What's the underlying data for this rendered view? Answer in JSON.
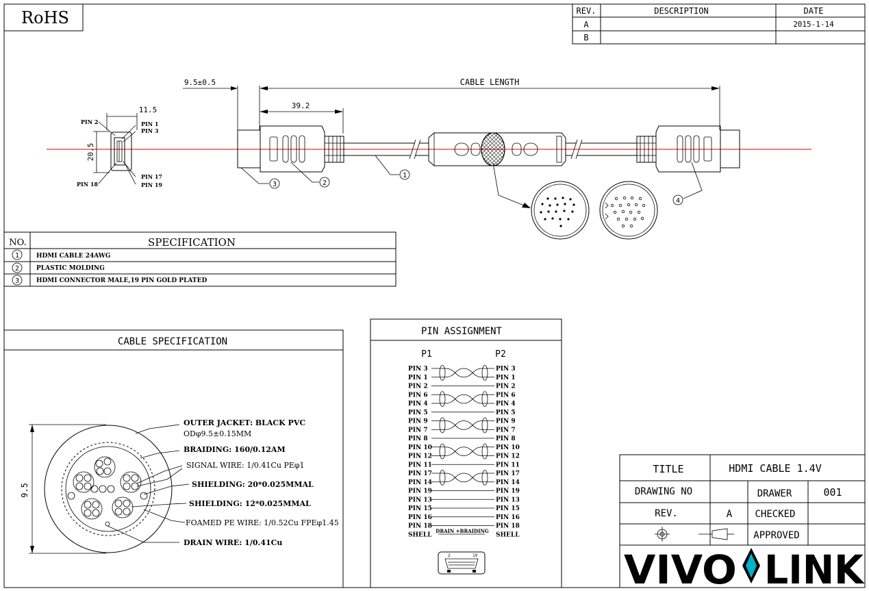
{
  "rohs": "RoHS",
  "revision_table": {
    "headers": [
      "REV.",
      "DESCRIPTION",
      "DATE"
    ],
    "rows": [
      {
        "rev": "A",
        "description": "",
        "date": "2015-1-14"
      },
      {
        "rev": "B",
        "description": "",
        "date": ""
      }
    ]
  },
  "dimensions": {
    "head_offset": "9.5±0.5",
    "cable_length": "CABLE LENGTH",
    "plug_length": "39.2",
    "end_width": "11.5",
    "end_height": "20.5"
  },
  "end_view_pins": [
    "PIN 2",
    "PIN 1",
    "PIN 3",
    "PIN 17",
    "PIN 18",
    "PIN 19"
  ],
  "callouts": [
    "1",
    "2",
    "3",
    "4"
  ],
  "specification": {
    "header_no": "NO.",
    "header_spec": "SPECIFICATION",
    "rows": [
      {
        "no": "1",
        "text": "HDMI CABLE 24AWG"
      },
      {
        "no": "2",
        "text": "PLASTIC MOLDING"
      },
      {
        "no": "3",
        "text": "HDMI CONNECTOR MALE,19 PIN GOLD PLATED"
      }
    ]
  },
  "cable_specification": {
    "title": "CABLE SPECIFICATION",
    "dimension": "9.5",
    "labels": [
      "OUTER JACKET: BLACK PVC",
      "ODφ9.5±0.15MM",
      "BRAIDING: 160/0.12AM",
      "SIGNAL WIRE: 1/0.41Cu PEφ1",
      "SHIELDING: 20*0.025MMAL",
      "SHIELDING: 12*0.025MMAL",
      "FOAMED PE WIRE: 1/0.52Cu FPEφ1.45",
      "DRAIN WIRE: 1/0.41Cu"
    ]
  },
  "pin_assignment": {
    "title": "PIN ASSIGNMENT",
    "p1": "P1",
    "p2": "P2",
    "left": [
      "PIN 3",
      "PIN 1",
      "PIN 2",
      "PIN 6",
      "PIN 4",
      "PIN 5",
      "PIN 9",
      "PIN 7",
      "PIN 8",
      "PIN 10",
      "PIN 12",
      "PIN 11",
      "PIN 17",
      "PIN 14",
      "PIN 19",
      "PIN 13",
      "PIN 15",
      "PIN 16",
      "PIN 18",
      "SHELL"
    ],
    "right": [
      "PIN 3",
      "PIN 1",
      "PIN 2",
      "PIN 6",
      "PIN 4",
      "PIN 5",
      "PIN 9",
      "PIN 7",
      "PIN 8",
      "PIN 10",
      "PIN 12",
      "PIN 11",
      "PIN 17",
      "PIN 14",
      "PIN 19",
      "PIN 13",
      "PIN 15",
      "PIN 16",
      "PIN 18",
      "SHELL"
    ],
    "drain_label": "DRAIN +BRAIDING",
    "conn_left_num": "2",
    "conn_right_num": "19"
  },
  "title_block": {
    "title_label": "TITLE",
    "title_value": "HDMI CABLE 1.4V",
    "drawing_no_label": "DRAWING NO",
    "drawer_label": "DRAWER",
    "drawer_value": "001",
    "rev_label": "REV.",
    "rev_value": "A",
    "checked_label": "CHECKED",
    "approved_label": "APPROVED",
    "logo_left": "VIVO",
    "logo_right": "LINK"
  }
}
